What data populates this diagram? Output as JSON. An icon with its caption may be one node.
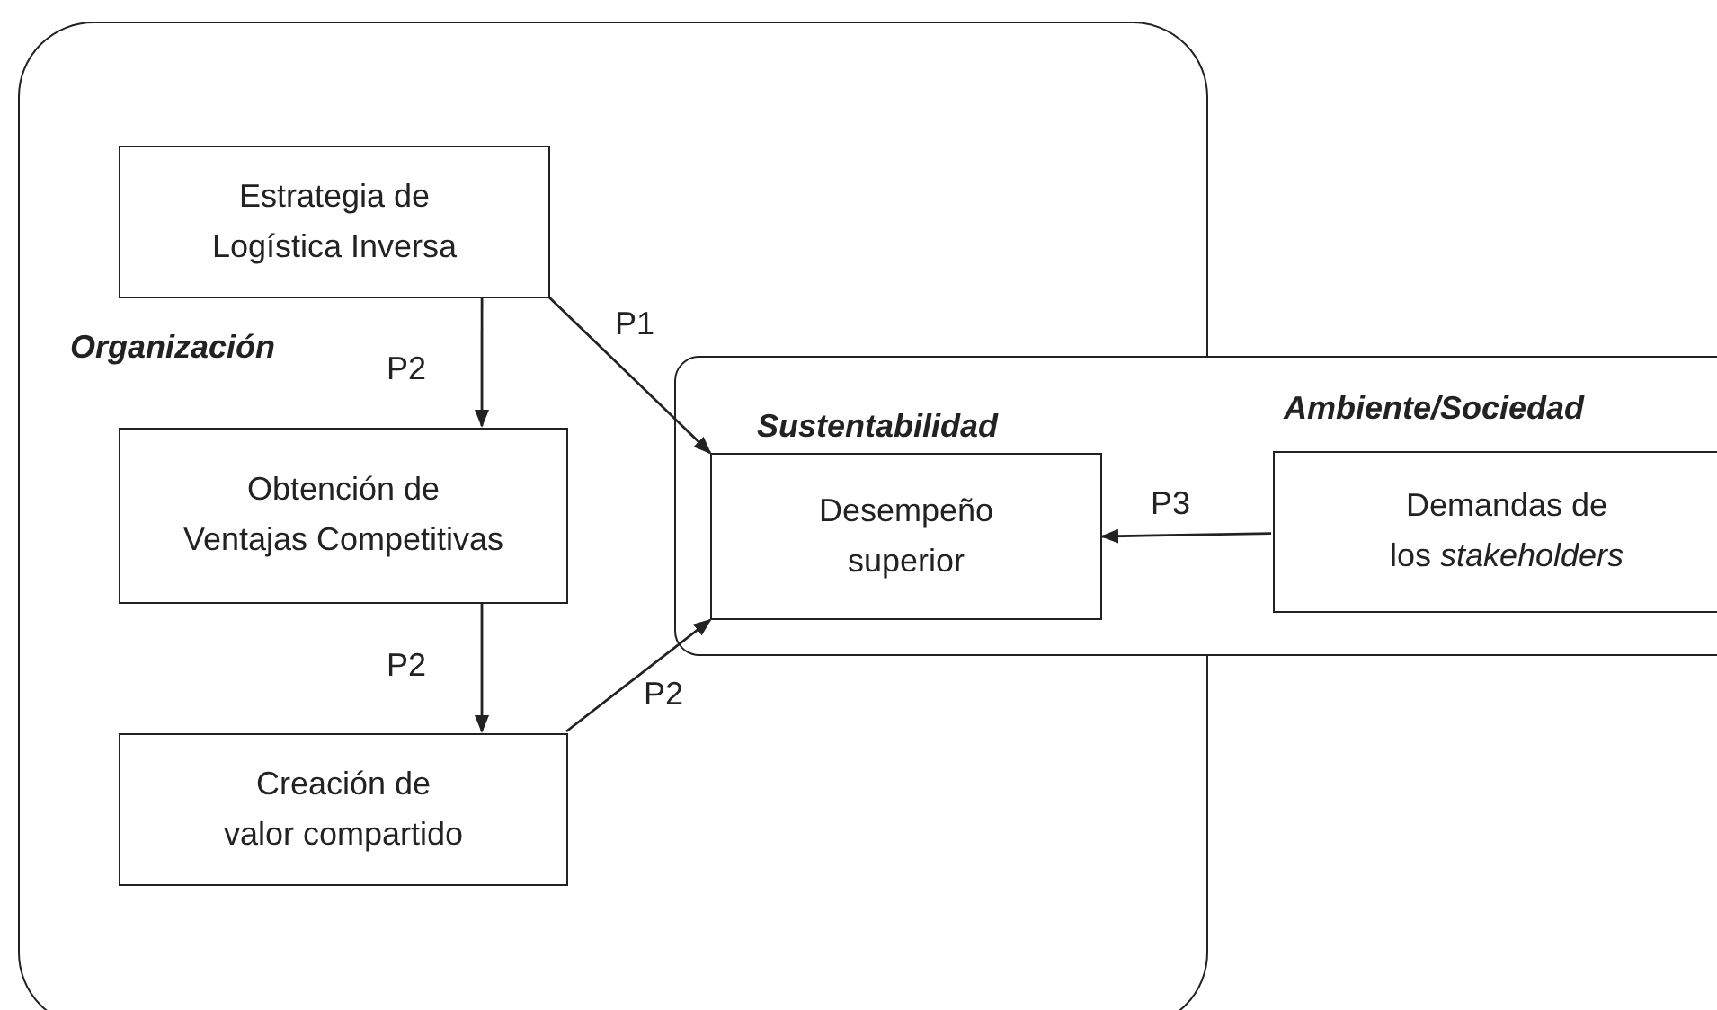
{
  "diagram": {
    "nodes": [
      {
        "text": [
          "Organización"
        ]
      },
      {
        "text": [
          "Sustentabilidad"
        ]
      },
      {
        "text": [
          "Estrategia de Logística Inversa"
        ],
        "in": 0
      },
      {
        "text": [
          "Obtención de Ventajas Competitivas"
        ],
        "in": 0
      },
      {
        "text": [
          "Creación de valor compartido"
        ],
        "in": 0
      },
      {
        "text": [
          "Desempeño superior"
        ]
      },
      {
        "text": [
          "Demandas de los *stakeholders*"
        ],
        "in": 1
      }
    ],
    "edges": [
      {
        "from": 2,
        "to": 3,
        "arrow": "to",
        "label": "P2"
      },
      {
        "from": 3,
        "to": 4,
        "arrow": "to",
        "label": "P2"
      },
      {
        "from": 2,
        "to": 5,
        "arrow": "to",
        "label": "P1"
      },
      {
        "from": 4,
        "to": 5,
        "arrow": "to",
        "label": "P2"
      },
      {
        "from": 6,
        "to": 5,
        "arrow": "to",
        "label": "P3"
      }
    ],
    "labels": [
      "Ambiente/Sociedad"
    ]
  }
}
